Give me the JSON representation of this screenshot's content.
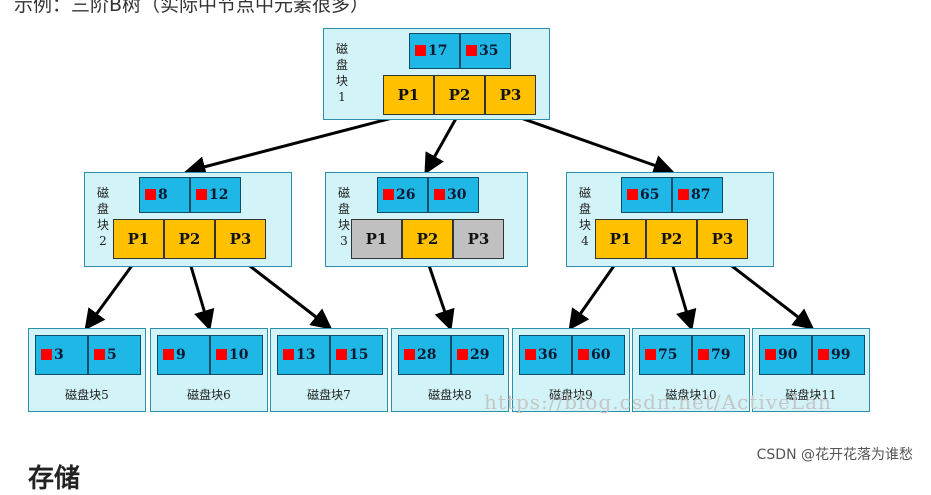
{
  "caption": "示例：三阶B树（实际中节点中元素很多）",
  "watermark": "https://blog.csdn.net/ActiveLan",
  "csdn_credit": "CSDN @花开花落为谁愁",
  "next_heading_fragment": "存储",
  "colors": {
    "block_bg": "#d2f3f7",
    "key_cell": "#1fb7e6",
    "pointer_cell": "#ffc000",
    "pointer_cell_unused": "#c0c0c0",
    "marker": "#ff0000"
  },
  "nodes": [
    {
      "id": "b1",
      "label_chars": [
        "磁",
        "盘",
        "块",
        "1"
      ],
      "keys": [
        "17",
        "35"
      ],
      "pointers": [
        "P1",
        "P2",
        "P3"
      ],
      "active": [
        true,
        true,
        true
      ]
    },
    {
      "id": "b2",
      "label_chars": [
        "磁",
        "盘",
        "块",
        "2"
      ],
      "keys": [
        "8",
        "12"
      ],
      "pointers": [
        "P1",
        "P2",
        "P3"
      ],
      "active": [
        true,
        true,
        true
      ]
    },
    {
      "id": "b3",
      "label_chars": [
        "磁",
        "盘",
        "块",
        "3"
      ],
      "keys": [
        "26",
        "30"
      ],
      "pointers": [
        "P1",
        "P2",
        "P3"
      ],
      "active": [
        false,
        true,
        false
      ]
    },
    {
      "id": "b4",
      "label_chars": [
        "磁",
        "盘",
        "块",
        "4"
      ],
      "keys": [
        "65",
        "87"
      ],
      "pointers": [
        "P1",
        "P2",
        "P3"
      ],
      "active": [
        true,
        true,
        true
      ]
    }
  ],
  "leaves": [
    {
      "id": "b5",
      "label": "磁盘块5",
      "keys": [
        "3",
        "5"
      ]
    },
    {
      "id": "b6",
      "label": "磁盘块6",
      "keys": [
        "9",
        "10"
      ]
    },
    {
      "id": "b7",
      "label": "磁盘块7",
      "keys": [
        "13",
        "15"
      ]
    },
    {
      "id": "b8",
      "label": "磁盘块8",
      "keys": [
        "28",
        "29"
      ]
    },
    {
      "id": "b9",
      "label": "磁盘块9",
      "keys": [
        "36",
        "60"
      ]
    },
    {
      "id": "b10",
      "label": "磁盘块10",
      "keys": [
        "75",
        "79"
      ]
    },
    {
      "id": "b11",
      "label": "磁盘块11",
      "keys": [
        "90",
        "99"
      ]
    }
  ],
  "edges": [
    {
      "from": "b1.P1",
      "to": "b2"
    },
    {
      "from": "b1.P2",
      "to": "b3"
    },
    {
      "from": "b1.P3",
      "to": "b4"
    },
    {
      "from": "b2.P1",
      "to": "b5"
    },
    {
      "from": "b2.P2",
      "to": "b6"
    },
    {
      "from": "b2.P3",
      "to": "b7"
    },
    {
      "from": "b3.P2",
      "to": "b8"
    },
    {
      "from": "b4.P1",
      "to": "b9"
    },
    {
      "from": "b4.P2",
      "to": "b10"
    },
    {
      "from": "b4.P3",
      "to": "b11"
    }
  ]
}
